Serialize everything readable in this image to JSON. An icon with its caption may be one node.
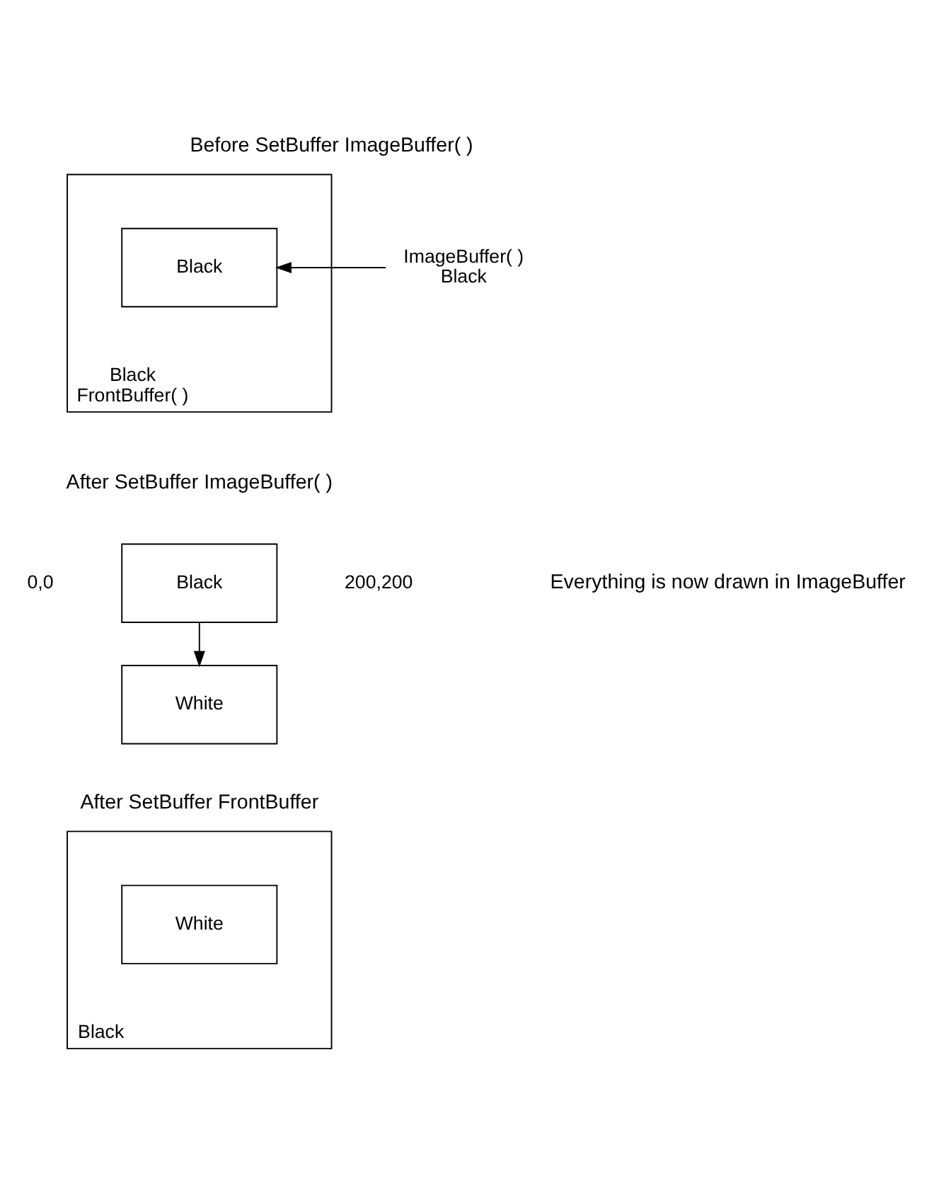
{
  "diagram": {
    "nodes": [
      {
        "text": [
          "Black"
        ],
        "beside": [
          "FrontBuffer( )"
        ]
      },
      {
        "text": [
          "Black"
        ],
        "in": 0
      },
      {
        "text": [
          "ImageBuffer( )",
          "Black"
        ]
      },
      {
        "text": [
          "Black"
        ],
        "beside": [
          "0,0",
          "200,200"
        ]
      },
      {
        "text": [
          "White"
        ]
      },
      {
        "text": [
          "Black"
        ]
      },
      {
        "text": [
          "White"
        ],
        "in": 5
      }
    ],
    "edges": [
      {
        "from": 2,
        "to": 1,
        "arrow": "to"
      },
      {
        "from": 3,
        "to": 4,
        "arrow": "to"
      }
    ],
    "labels": [
      "Before SetBuffer ImageBuffer( )",
      "After SetBuffer ImageBuffer( )",
      "Everything is now drawn in ImageBuffer",
      "After SetBuffer FrontBuffer"
    ]
  }
}
